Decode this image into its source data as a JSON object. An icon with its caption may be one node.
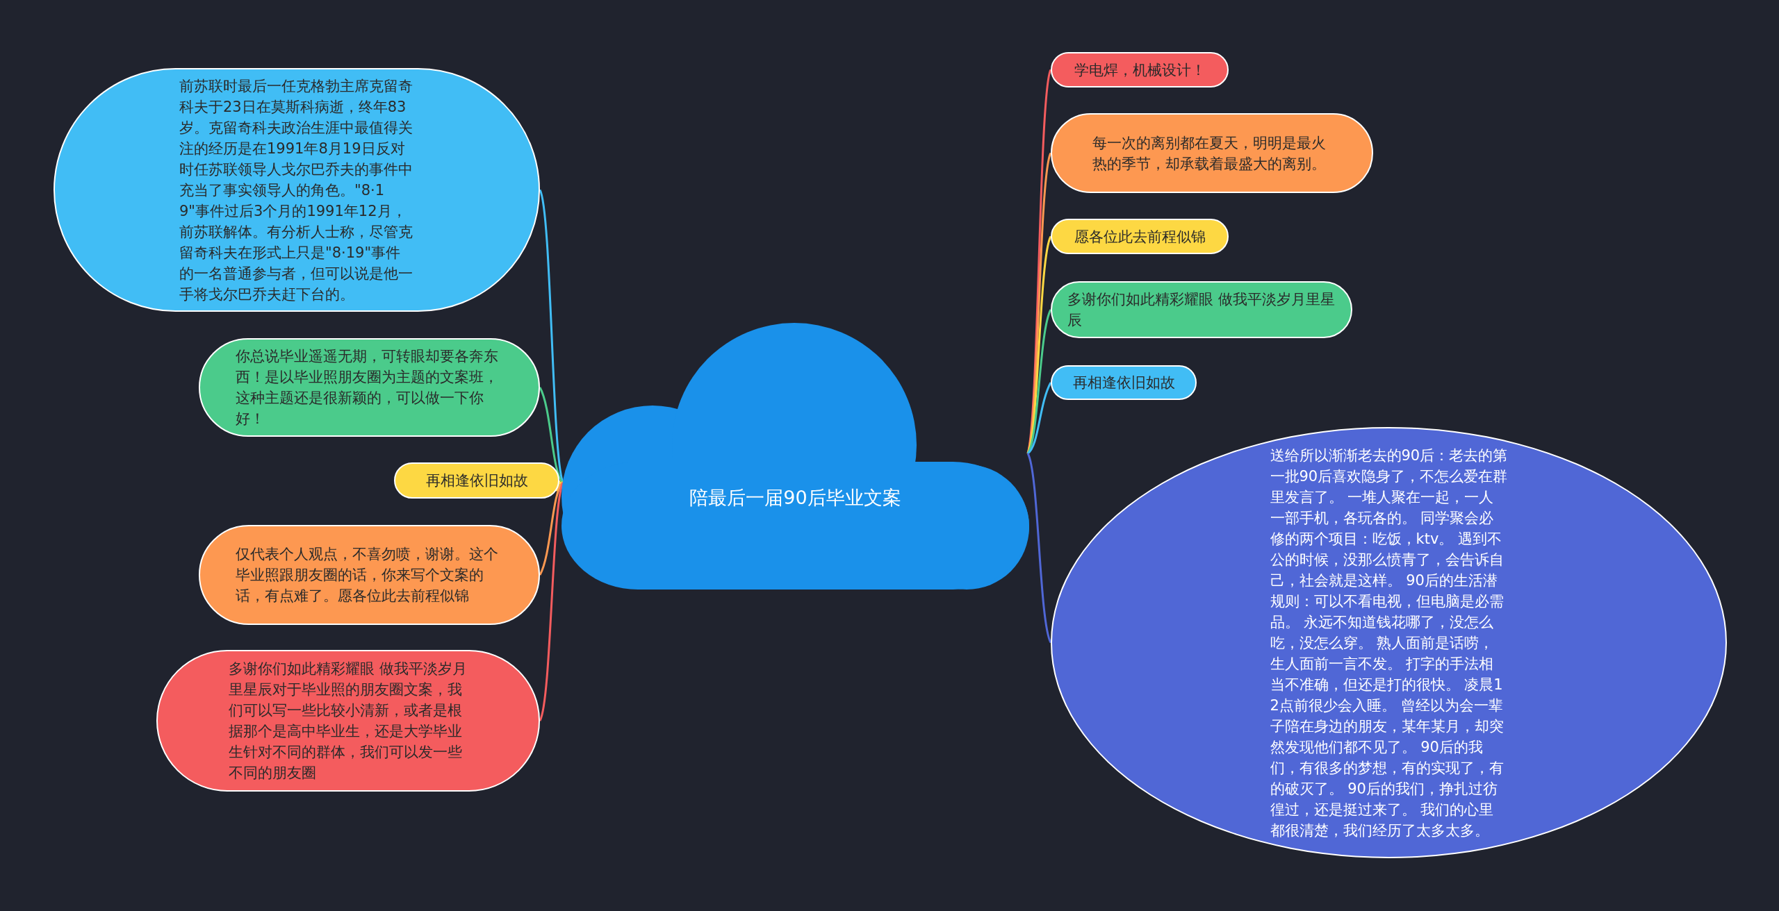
{
  "diagram": {
    "nodes": [
      {
        "text": [
          "陪最后一届90后毕业文案"
        ]
      },
      {
        "text": [
          "前苏联时最后一任克格勃主席克留奇科夫于23日在莫斯科病逝，终年83岁。克留奇科夫政治生涯中最值得关注的经历是在1991年8月19日反对时任苏联领导人戈尔巴乔夫的事件中充当了事实领导人的角色。\"8·19\"事件过后3个月的1991年12月，前苏联解体。有分析人士称，尽管克留奇科夫在形式上只是\"8·19\"事件的一名普通参与者，但可以说是他一手将戈尔巴乔夫赶下台的。"
        ]
      },
      {
        "text": [
          "你总说毕业遥遥无期，可转眼却要各奔东西！是以毕业照朋友圈为主题的文案班，这种主题还是很新颖的，可以做一下你好！"
        ]
      },
      {
        "text": [
          "再相逢依旧如故"
        ]
      },
      {
        "text": [
          "仅代表个人观点，不喜勿喷，谢谢。这个毕业照跟朋友圈的话，你来写个文案的话，有点难了。愿各位此去前程似锦"
        ]
      },
      {
        "text": [
          "多谢你们如此精彩耀眼 做我平淡岁月里星辰对于毕业照的朋友圈文案，我们可以写一些比较小清新，或者是根据那个是高中毕业生，还是大学毕业生针对不同的群体，我们可以发一些不同的朋友圈"
        ]
      },
      {
        "text": [
          "学电焊，机械设计！"
        ]
      },
      {
        "text": [
          "每一次的离别都在夏天，明明是最火热的季节，却承载着最盛大的离别。"
        ]
      },
      {
        "text": [
          "愿各位此去前程似锦"
        ]
      },
      {
        "text": [
          "多谢你们如此精彩耀眼 做我平淡岁月里星辰"
        ]
      },
      {
        "text": [
          "再相逢依旧如故"
        ]
      },
      {
        "text": [
          "送给所以渐渐老去的90后：老去的第一批90后喜欢隐身了，不怎么爱在群里发言了。 一堆人聚在一起，一人一部手机，各玩各的。 同学聚会必修的两个项目：吃饭，ktv。 遇到不公的时候，没那么愤青了，会告诉自己，社会就是这样。 90后的生活潜规则：可以不看电视，但电脑是必需品。 永远不知道钱花哪了，没怎么吃，没怎么穿。 熟人面前是话唠，生人面前一言不发。 打字的手法相当不准确，但还是打的很快。 凌晨12点前很少会入睡。 曾经以为会一辈子陪在身边的朋友，某年某月，却突然发现他们都不见了。 90后的我们，有很多的梦想，有的实现了，有的破灭了。 90后的我们，挣扎过彷徨过，还是挺过来了。 我们的心里都很清楚，我们经历了太多太多。"
        ]
      }
    ],
    "edges": [
      {
        "from": 0,
        "to": 1,
        "arrow": "none",
        "color": "#41bdf5"
      },
      {
        "from": 0,
        "to": 2,
        "arrow": "none",
        "color": "#4bcb8b"
      },
      {
        "from": 0,
        "to": 3,
        "arrow": "none",
        "color": "#fdd843"
      },
      {
        "from": 0,
        "to": 4,
        "arrow": "none",
        "color": "#fd9851"
      },
      {
        "from": 0,
        "to": 5,
        "arrow": "none",
        "color": "#f45c5e"
      },
      {
        "from": 0,
        "to": 6,
        "arrow": "none",
        "color": "#f45c5e"
      },
      {
        "from": 0,
        "to": 7,
        "arrow": "none",
        "color": "#fd9851"
      },
      {
        "from": 0,
        "to": 8,
        "arrow": "none",
        "color": "#fdd843"
      },
      {
        "from": 0,
        "to": 9,
        "arrow": "none",
        "color": "#4bcb8b"
      },
      {
        "from": 0,
        "to": 10,
        "arrow": "none",
        "color": "#41bdf5"
      },
      {
        "from": 0,
        "to": 11,
        "arrow": "none",
        "color": "#5067d6"
      }
    ]
  }
}
